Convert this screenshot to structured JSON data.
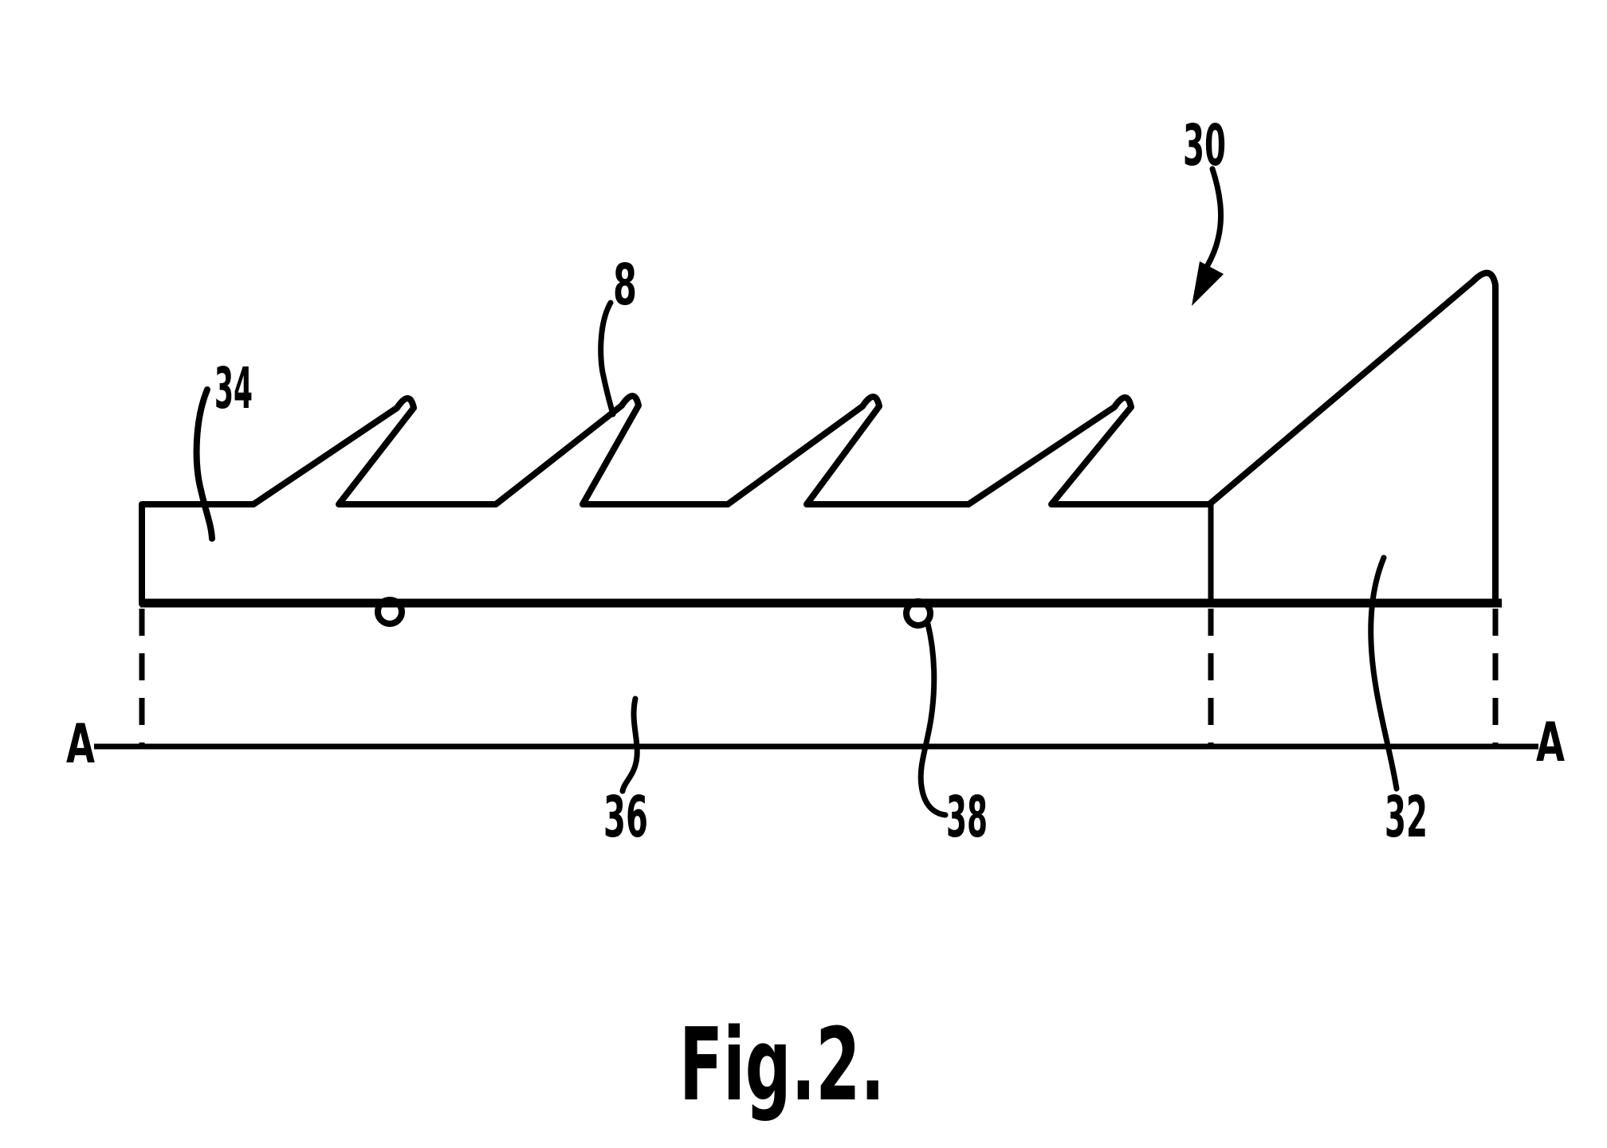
{
  "figure": {
    "caption": "Fig.2.",
    "section_marker_left": "A",
    "section_marker_right": "A",
    "reference_labels": {
      "assembly": "30",
      "tooth": "8",
      "rail": "34",
      "base_plane": "36",
      "stud": "38",
      "end_block": "32"
    }
  },
  "colors": {
    "ink": "#000000",
    "background": "#ffffff"
  }
}
